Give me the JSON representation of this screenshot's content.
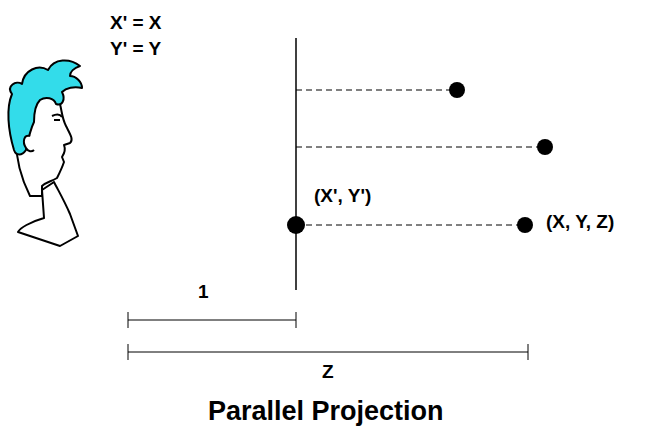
{
  "diagram": {
    "title": "Parallel Projection",
    "labels": [
      "X' = X",
      "Y' = Y",
      "(X', Y')",
      "(X, Y, Z)",
      "1",
      "Z"
    ]
  }
}
